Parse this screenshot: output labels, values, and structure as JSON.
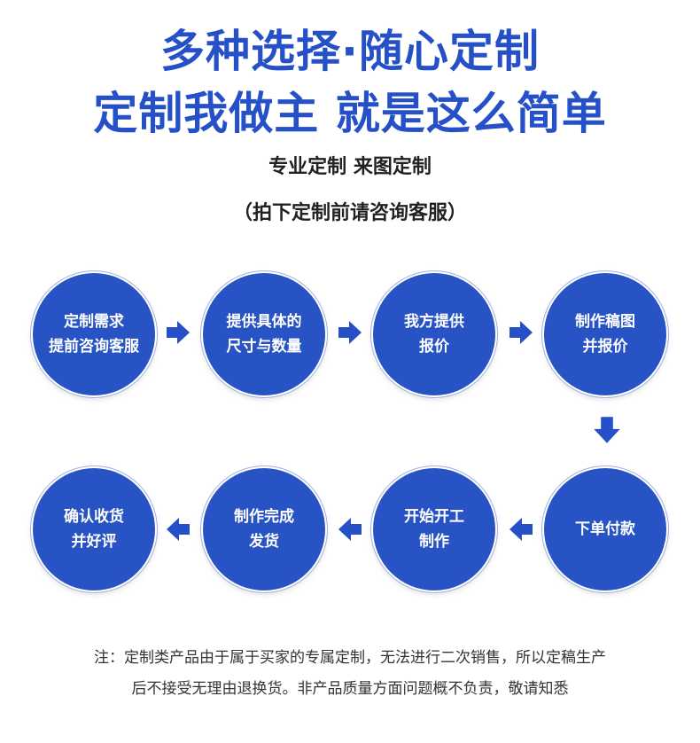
{
  "headline": {
    "line1": "多种选择·随心定制",
    "line2": "定制我做主 就是这么简单"
  },
  "subtitle": {
    "line1": "专业定制 来图定制",
    "line2": "（拍下定制前请咨询客服）"
  },
  "steps": [
    {
      "line1": "定制需求",
      "line2": "提前咨询客服"
    },
    {
      "line1": "提供具体的",
      "line2": "尺寸与数量"
    },
    {
      "line1": "我方提供",
      "line2": "报价"
    },
    {
      "line1": "制作稿图",
      "line2": "并报价"
    },
    {
      "line1": "下单付款",
      "line2": ""
    },
    {
      "line1": "开始开工",
      "line2": "制作"
    },
    {
      "line1": "制作完成",
      "line2": "发货"
    },
    {
      "line1": "确认收货",
      "line2": "并好评"
    }
  ],
  "note": {
    "line1": "注：定制类产品由于属于买家的专属定制，无法进行二次销售，所以定稿生产",
    "line2": "后不接受无理由退换货。非产品质量方面问题概不负责，敬请知悉"
  },
  "colors": {
    "accent": "#2550c8",
    "circle": "#2753c4",
    "text_dark": "#222222"
  },
  "icons": [
    "arrow-right-icon",
    "arrow-down-icon",
    "arrow-left-icon"
  ]
}
